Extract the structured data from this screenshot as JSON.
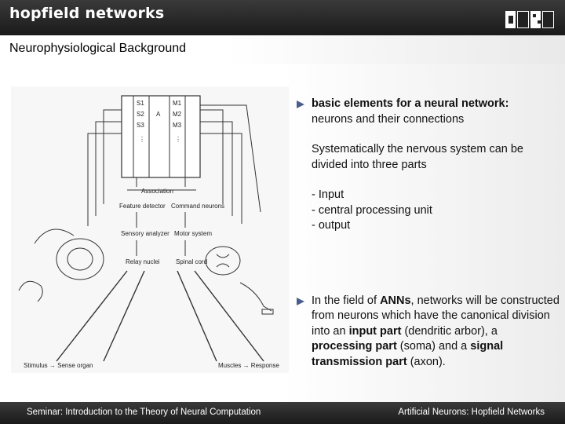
{
  "header": {
    "title": "hopfield networks",
    "logo": "AIM-style block logo"
  },
  "section_title": "Neurophysiological Background",
  "figure": {
    "labels": {
      "s1": "S1",
      "s2": "S2",
      "s3": "S3",
      "a": "A",
      "m1": "M1",
      "m2": "M2",
      "m3": "M3",
      "association": "Association",
      "feature_detector": "Feature detector",
      "command_neurons": "Command neurons",
      "sensory_analyzer": "Sensory analyzer",
      "motor_system": "Motor system",
      "relay_nuclei": "Relay nuclei",
      "spinal_cord": "Spinal cord",
      "stimulus": "Stimulus → Sense organ",
      "response": "Muscles → Response"
    }
  },
  "bullets": {
    "b1_bold": "basic elements for a neural network:",
    "b1_rest": "neurons and their connections",
    "p1": "Systematically the nervous system can be divided into three parts",
    "list": [
      "- Input",
      "- central processing unit",
      "- output"
    ],
    "b2_t1": "In the field of ",
    "b2_anns": "ANNs",
    "b2_t2": ", networks will be constructed from neurons which have the canonical division into an ",
    "b2_input": "input part",
    "b2_t3": " (dendritic arbor), a ",
    "b2_processing": "processing part",
    "b2_t4": " (soma) and a ",
    "b2_signal": "signal transmission part",
    "b2_t5": " (axon)."
  },
  "footer": {
    "left": "Seminar: Introduction to the Theory of Neural Computation",
    "right": "Artificial Neurons: Hopfield Networks"
  },
  "colors": {
    "header_bg": "#2a2a2a",
    "bullet": "#4a5e8c",
    "footer_bg": "#2a2a2a"
  }
}
